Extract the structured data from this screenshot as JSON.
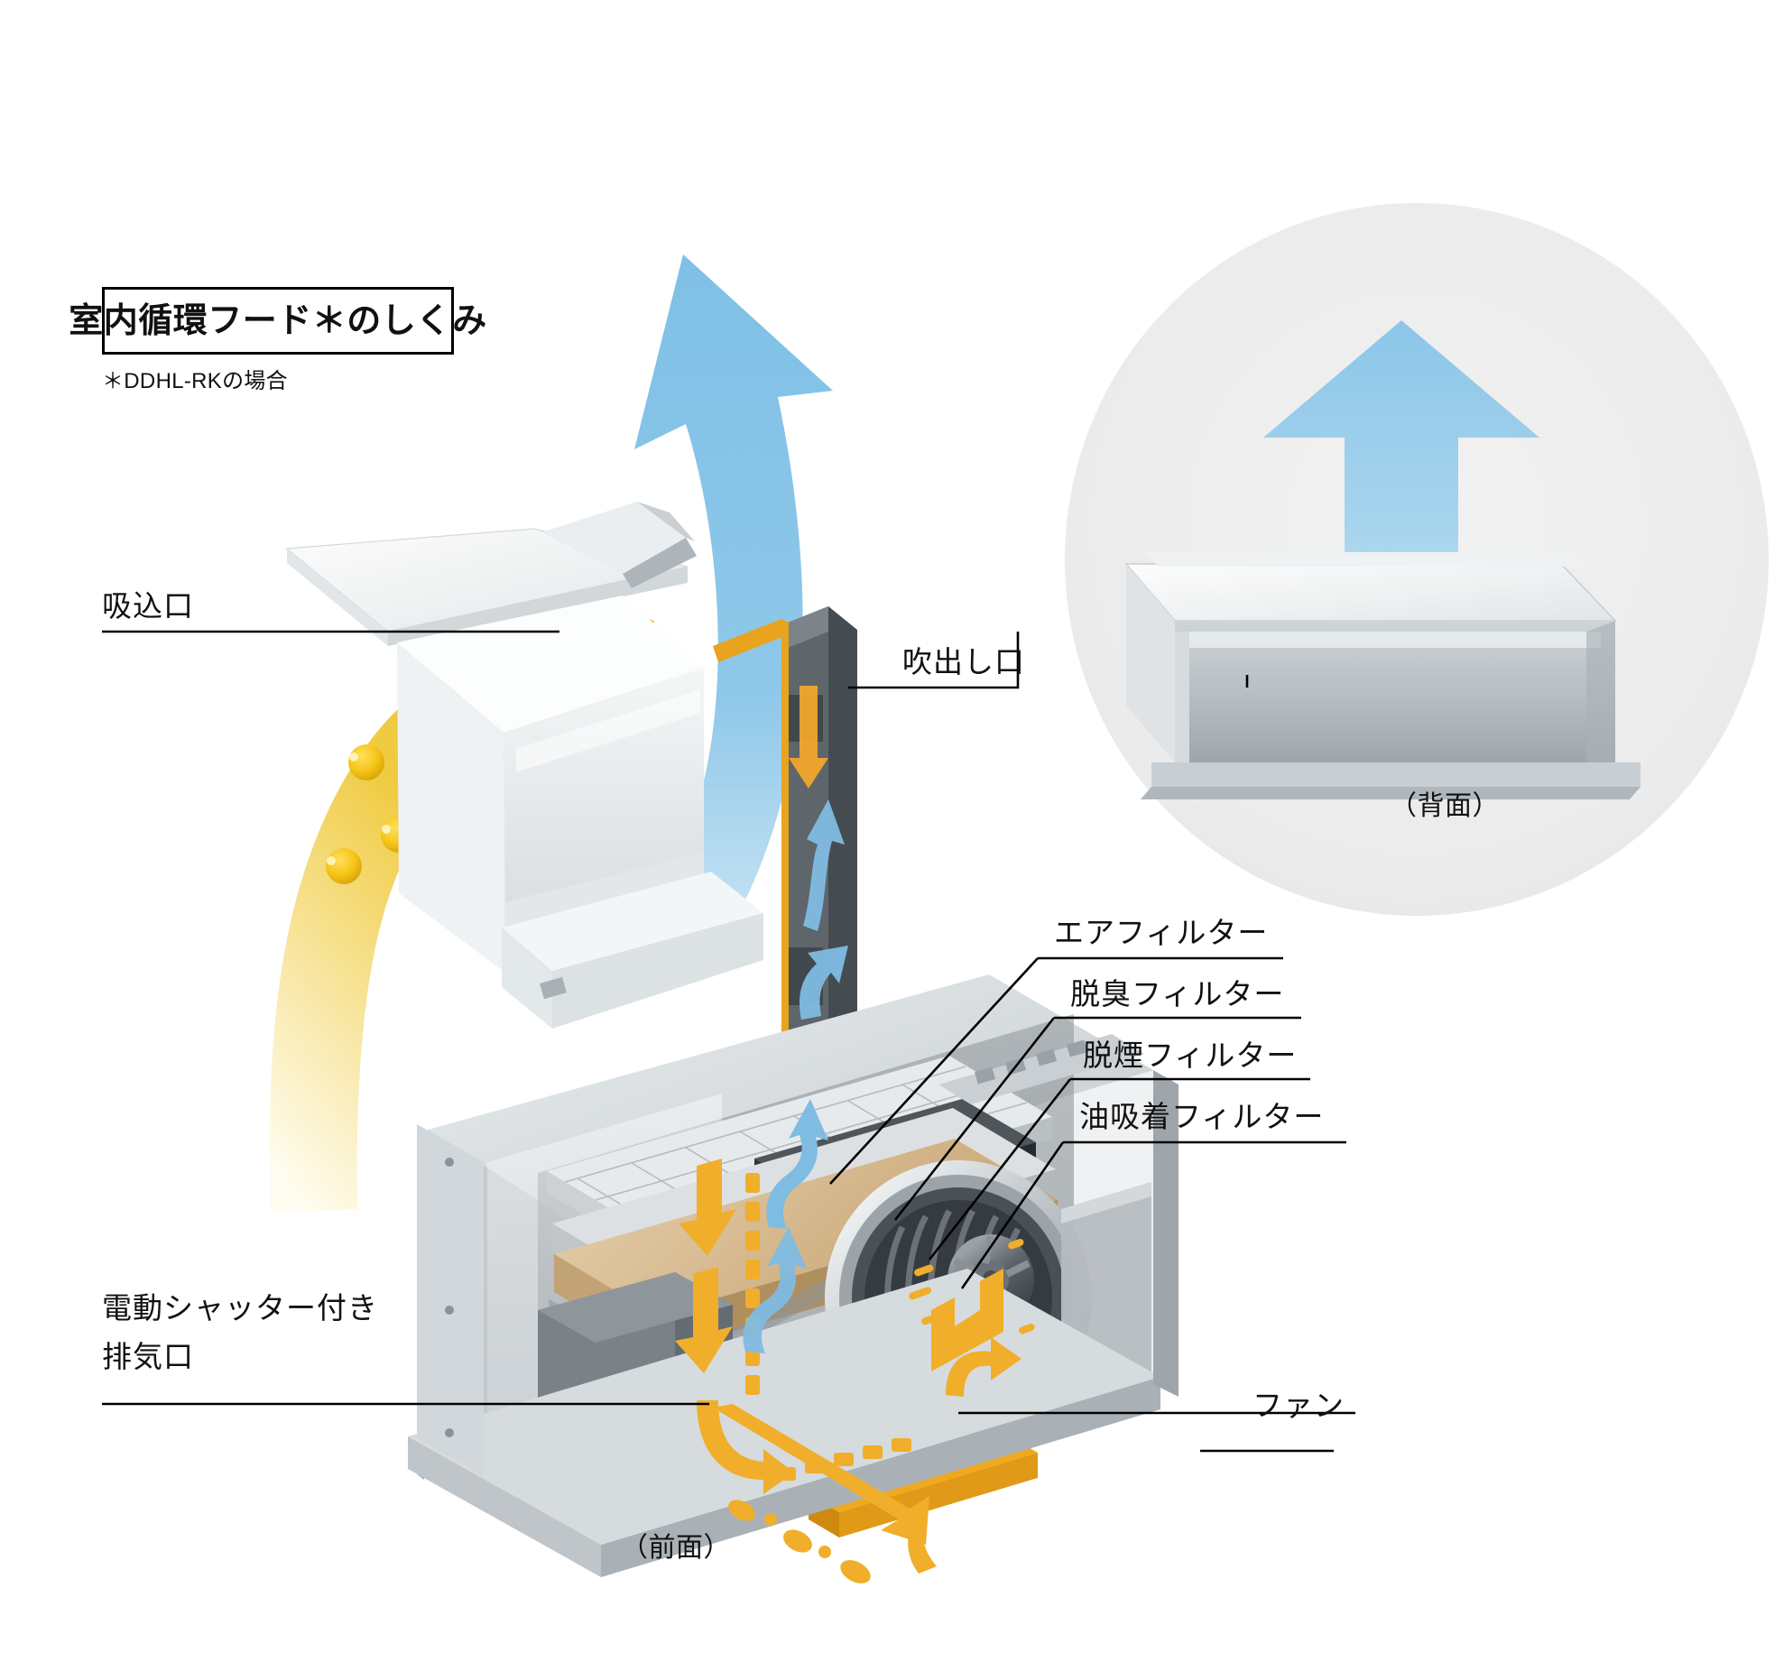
{
  "title": {
    "heading": "室内循環フード＊のしくみ",
    "note": "＊DDHL-RKの場合"
  },
  "callouts": {
    "intake": "吸込口",
    "outlet": "吹出し口",
    "air_filter": "エアフィルター",
    "deodorizing_filter": "脱臭フィルター",
    "desmoking_filter": "脱煙フィルター",
    "oil_adsorption_filter": "油吸着フィルター",
    "exhaust_shutter_line1": "電動シャッター付き",
    "exhaust_shutter_line2": "排気口",
    "fan": "ファン"
  },
  "captions": {
    "front_view": "（前面）",
    "rear_view": "（背面）"
  },
  "colors": {
    "airflow_blue": "#7FC0E6",
    "oil_yellow": "#EFC930",
    "oil_particle": "#F5C518",
    "inset_background": "#EDEDED",
    "leader_line": "#000000",
    "metal_light": "#E8EBED",
    "metal_mid": "#B9BEC2",
    "metal_dark": "#7E858A",
    "filter_dark": "#3A3F44",
    "wood": "#D9BC93"
  },
  "icons": {
    "intake_arrow": "curved-yellow-arrow-up",
    "exhaust_arrow": "curved-blue-arrow-up",
    "rear_arrow": "straight-blue-arrow-up"
  },
  "chart_data": {
    "type": "diagram",
    "title": "室内循環フード＊のしくみ",
    "flow_stages": [
      {
        "name": "吸込口",
        "medium": "oily-air",
        "color": "#EFC930"
      },
      {
        "name": "油吸着フィルター",
        "medium": "oily-air",
        "color": "#EFC930"
      },
      {
        "name": "脱煙フィルター",
        "medium": "air",
        "color": "#7FC0E6"
      },
      {
        "name": "脱臭フィルター",
        "medium": "air",
        "color": "#7FC0E6"
      },
      {
        "name": "エアフィルター",
        "medium": "air",
        "color": "#7FC0E6"
      },
      {
        "name": "ファン",
        "medium": "air",
        "color": "#7FC0E6"
      },
      {
        "name": "吹出し口",
        "medium": "clean-air",
        "color": "#7FC0E6"
      }
    ],
    "particles": 7
  }
}
